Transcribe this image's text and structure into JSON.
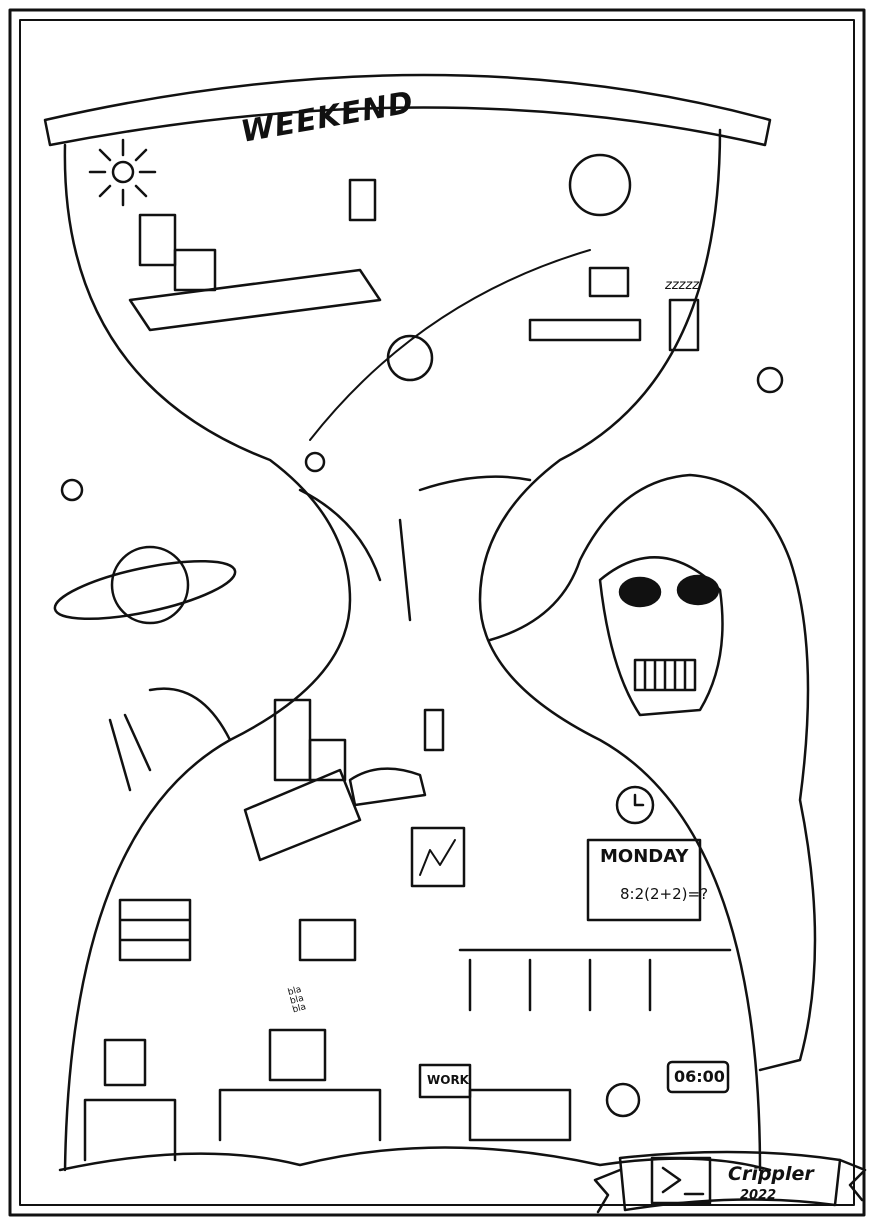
{
  "title_banner": "WEEKEND",
  "blackboard": {
    "heading": "MONDAY",
    "equation": "8:2(2+2)=?"
  },
  "briefcase_label": "WORK",
  "alarm_clock_display": "06:00",
  "speech": "bla bla bla",
  "sleep_text": "zzzzz",
  "signature": {
    "name": "Crippler",
    "year": "2022",
    "icon": "terminal-prompt-icon"
  }
}
